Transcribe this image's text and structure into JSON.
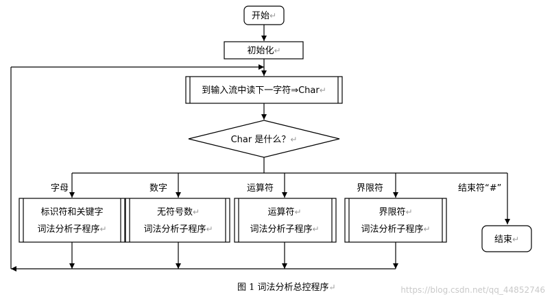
{
  "nodes": {
    "start": "开始",
    "init": "初始化",
    "read": "到输入流中读下一字符⇒Char",
    "decision": "Char 是什么？",
    "identifier_line1": "标识符和关键字",
    "identifier_line2": "词法分析子程序",
    "number_line1": "无符号数",
    "number_line2": "词法分析子程序",
    "operator_line1": "运算符",
    "operator_line2": "词法分析子程序",
    "delimiter_line1": "界限符",
    "delimiter_line2": "词法分析子程序",
    "end": "结束"
  },
  "branches": {
    "letter": "字母",
    "digit": "数字",
    "operator": "运算符",
    "delimiter": "界限符",
    "terminator": "结束符“#”"
  },
  "return_mark": "↵",
  "caption": "图 1  词法分析总控程序",
  "watermark": "https://blog.csdn.net/qq_44852746"
}
